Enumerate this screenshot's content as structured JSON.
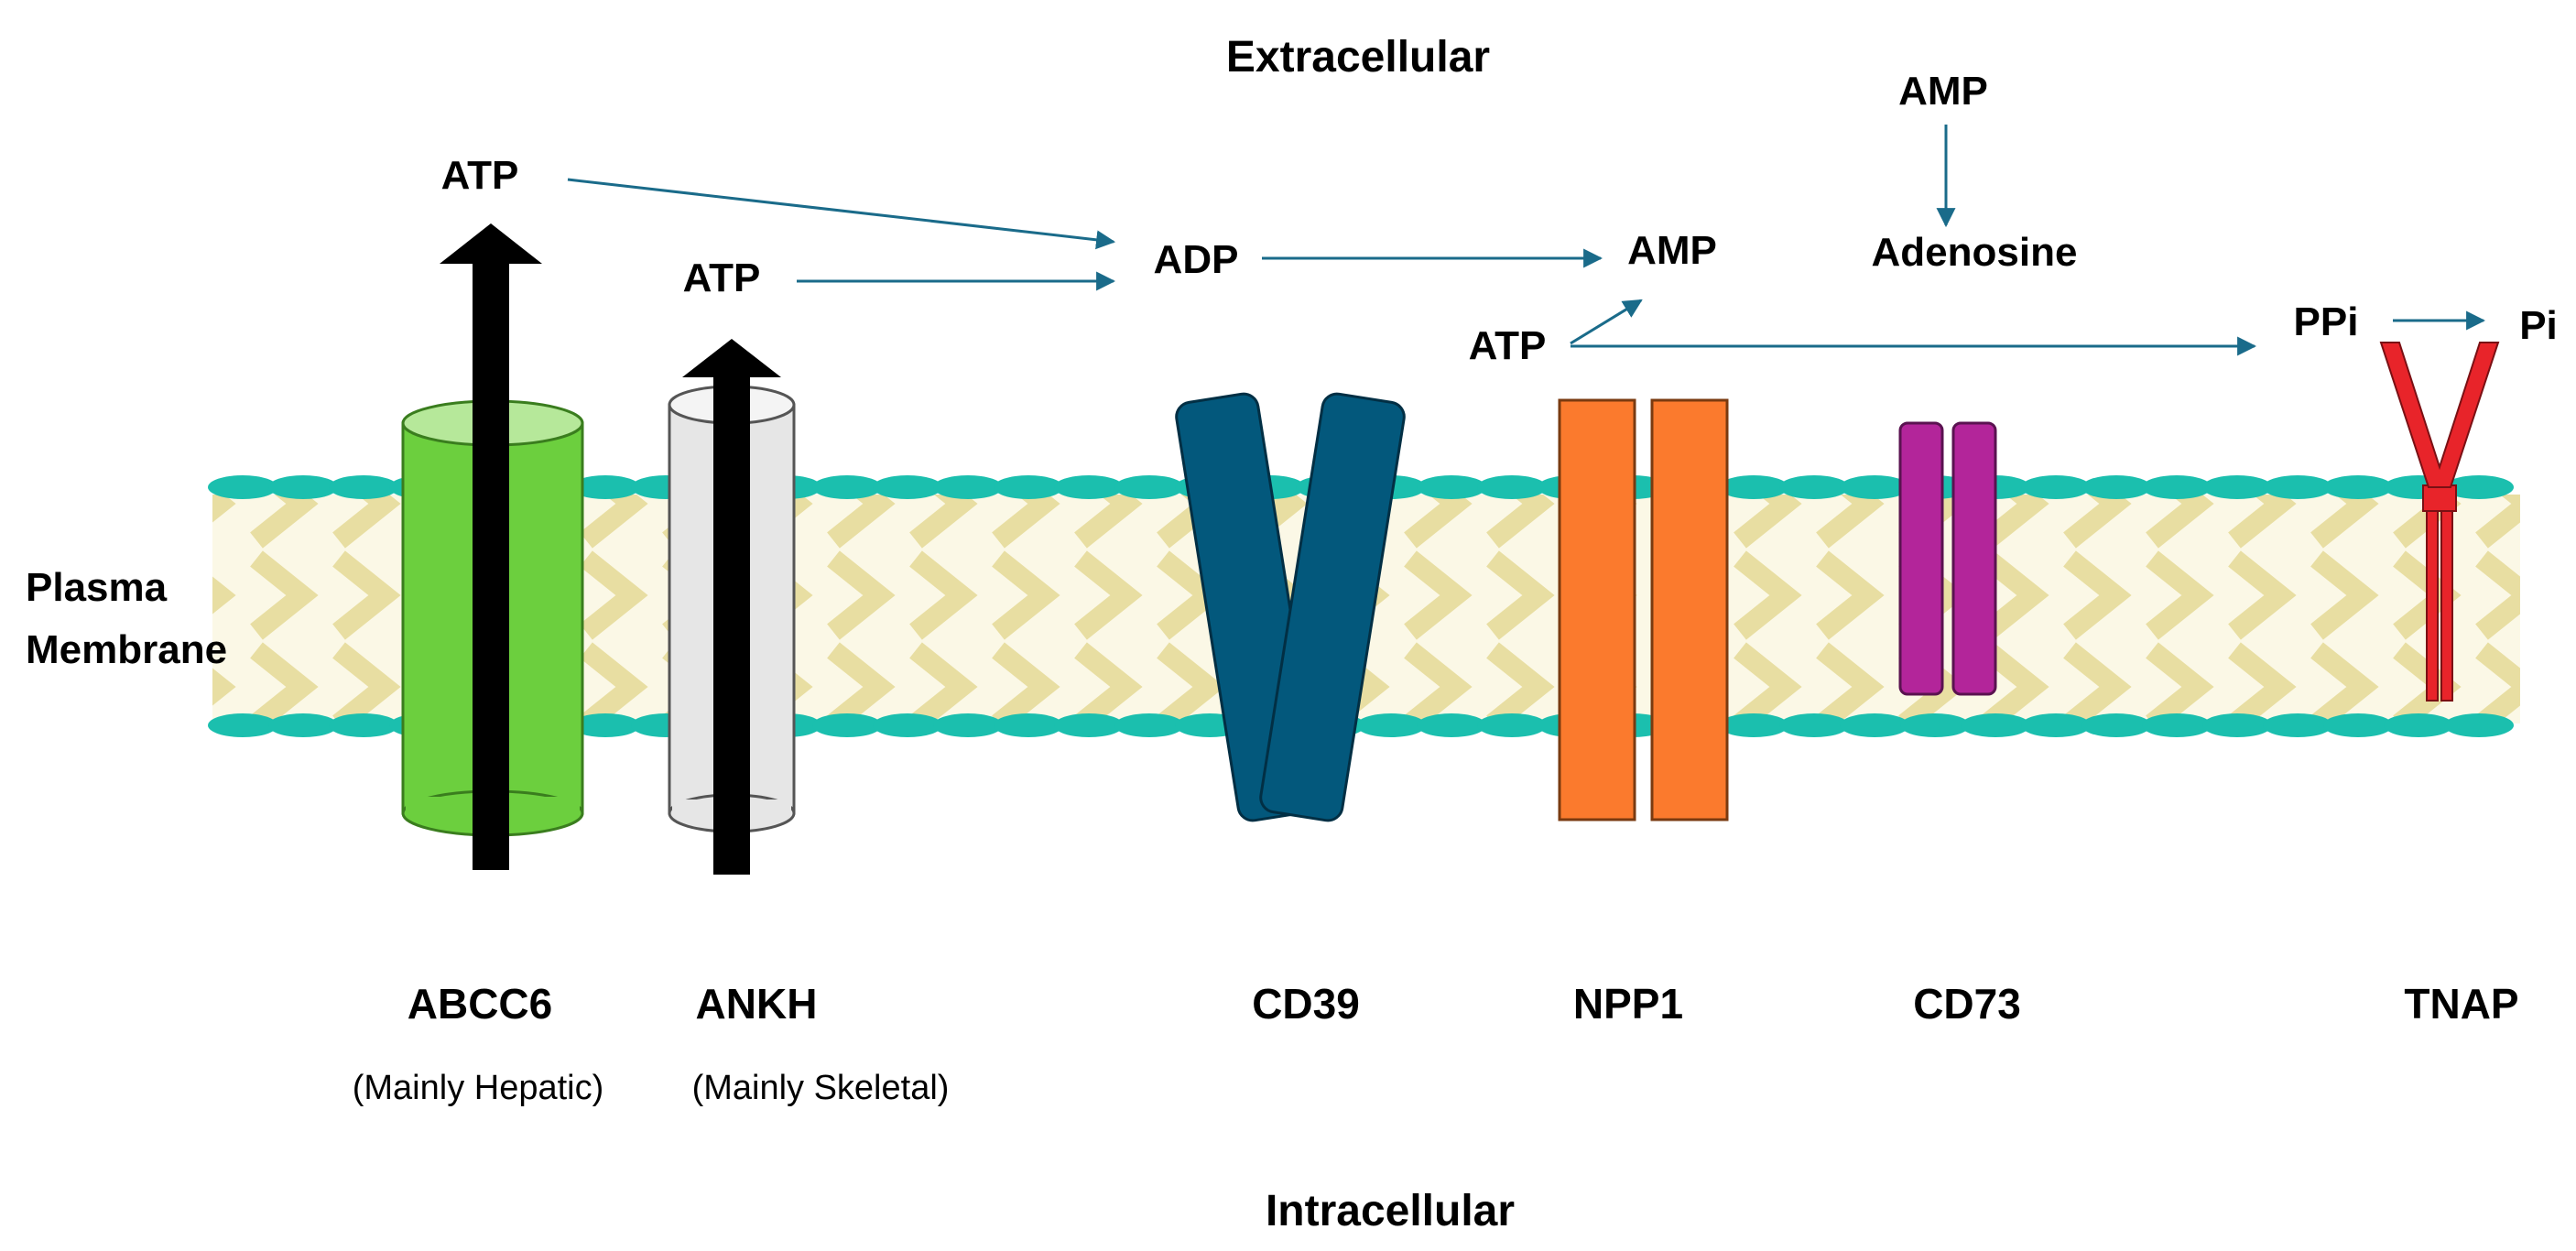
{
  "regions": {
    "extracellular": "Extracellular",
    "intracellular": "Intracellular",
    "membrane_line1": "Plasma",
    "membrane_line2": "Membrane"
  },
  "molecules": {
    "atp_abcc6": "ATP",
    "atp_ankh": "ATP",
    "adp": "ADP",
    "amp_npp1": "AMP",
    "atp_npp1": "ATP",
    "amp_top": "AMP",
    "adenosine": "Adenosine",
    "ppi": "PPi",
    "pi": "Pi"
  },
  "proteins": {
    "abcc6": {
      "name": "ABCC6",
      "note": "(Mainly Hepatic)"
    },
    "ankh": {
      "name": "ANKH",
      "note": "(Mainly Skeletal)"
    },
    "cd39": {
      "name": "CD39"
    },
    "npp1": {
      "name": "NPP1"
    },
    "cd73": {
      "name": "CD73"
    },
    "tnap": {
      "name": "TNAP"
    }
  },
  "colors": {
    "arrow": "#1a6b8a",
    "membrane_head": "#1bbfae",
    "membrane_tail": "#c9b44a",
    "abcc6": "#6ccf3e",
    "abcc6_top": "#b6e89a",
    "ankh": "#e6e6e6",
    "cd39": "#03587c",
    "npp1": "#fb7a2d",
    "cd73": "#b3259a",
    "tnap": "#e8242a"
  }
}
